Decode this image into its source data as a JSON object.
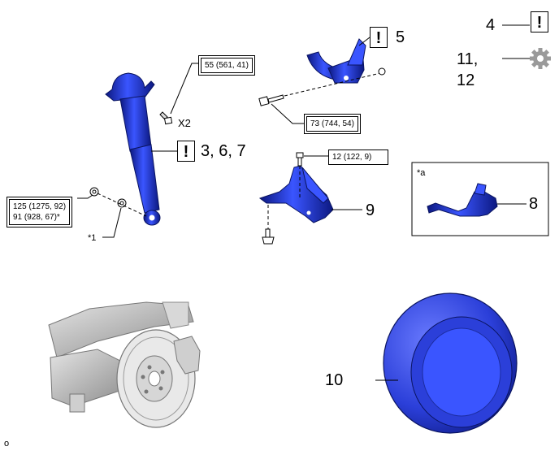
{
  "labels": {
    "x2": "X2",
    "shock_absorber_callout": "3, 6, 7",
    "bracket_callout": "5",
    "step4": "4",
    "step11_12_line1": "11,",
    "step11_12_line2": "12",
    "height_sensor_bracket_callout": "9",
    "height_sensor_callout": "8",
    "inset_a": "*a",
    "washer_note": "*1",
    "spare_tire_callout": "10",
    "corner_mark": "o",
    "warn_symbol": "!"
  },
  "torques": {
    "upper_bolt": "55 (561, 41)",
    "bracket_bolt": "73 (744, 54)",
    "sensor_bolt": "12 (122, 9)",
    "lower_nut_line1": "125 (1275, 92)",
    "lower_nut_line2": "91 (928, 67)*"
  },
  "colors": {
    "part_blue": "#2b3fd9",
    "part_dark": "#0c1880",
    "part_light": "#6a7bff",
    "grey_part": "#9a9a9a"
  },
  "icons": [
    "gear-icon",
    "warning-icon"
  ]
}
